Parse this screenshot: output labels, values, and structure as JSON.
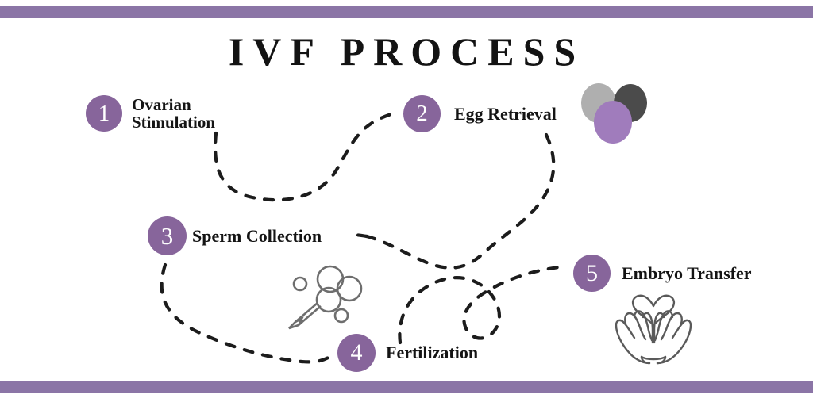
{
  "document": {
    "title": "IVF PROCESS",
    "accent_color": "#8B75A6",
    "badge_color": "#87659B",
    "text_color": "#141414",
    "background_color": "#ffffff",
    "path_color": "#1c1c1c"
  },
  "steps": [
    {
      "number": "1",
      "label": "Ovarian\nStimulation"
    },
    {
      "number": "2",
      "label": "Egg Retrieval"
    },
    {
      "number": "3",
      "label": "Sperm Collection"
    },
    {
      "number": "4",
      "label": "Fertilization"
    },
    {
      "number": "5",
      "label": "Embryo Transfer"
    }
  ],
  "illustrations": {
    "eggs": {
      "name": "ovum-cluster-icon",
      "colors": {
        "light_gray": "#AFAFAF",
        "dark_gray": "#4B4B4B",
        "purple": "#A07CBC"
      }
    },
    "sperm": {
      "name": "micropipette-cells-icon",
      "colors": {
        "outline": "#6E6E6E"
      }
    },
    "hands": {
      "name": "hands-holding-heart-icon",
      "colors": {
        "outline": "#5A5A5A"
      }
    }
  }
}
